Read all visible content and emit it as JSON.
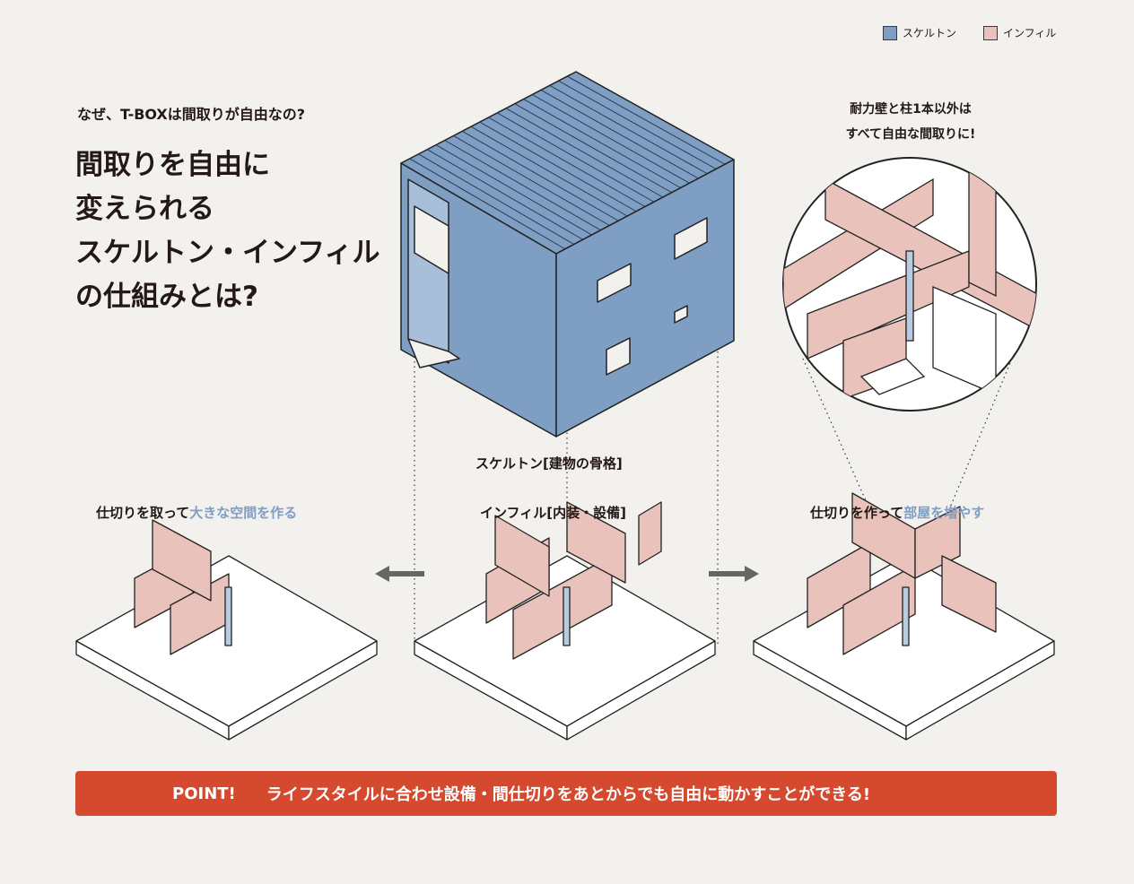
{
  "legend": {
    "items": [
      {
        "label": "スケルトン",
        "color": "#7e9ec4"
      },
      {
        "label": "インフィル",
        "color": "#e8c2bb"
      }
    ]
  },
  "header": {
    "subtitle": "なぜ、T-BOXは間取りが自由なの?",
    "title_lines": [
      "間取りを自由に",
      "変えられる",
      "スケルトン・インフィル",
      "の仕組みとは?"
    ]
  },
  "callout": {
    "lines": [
      "耐力壁と柱1本以外は",
      "すべて自由な間取りに!"
    ]
  },
  "labels": {
    "skeleton": "スケルトン[建物の骨格]",
    "infill": "インフィル[内装・設備]",
    "left_prefix": "仕切りを取って",
    "left_highlight": "大きな空間を作る",
    "right_prefix": "仕切りを作って",
    "right_highlight": "部屋を増やす"
  },
  "banner": {
    "point": "POINT!",
    "text": "ライフスタイルに合わせ設備・間仕切りをあとからでも自由に動かすことができる!",
    "color": "#d5492f"
  }
}
